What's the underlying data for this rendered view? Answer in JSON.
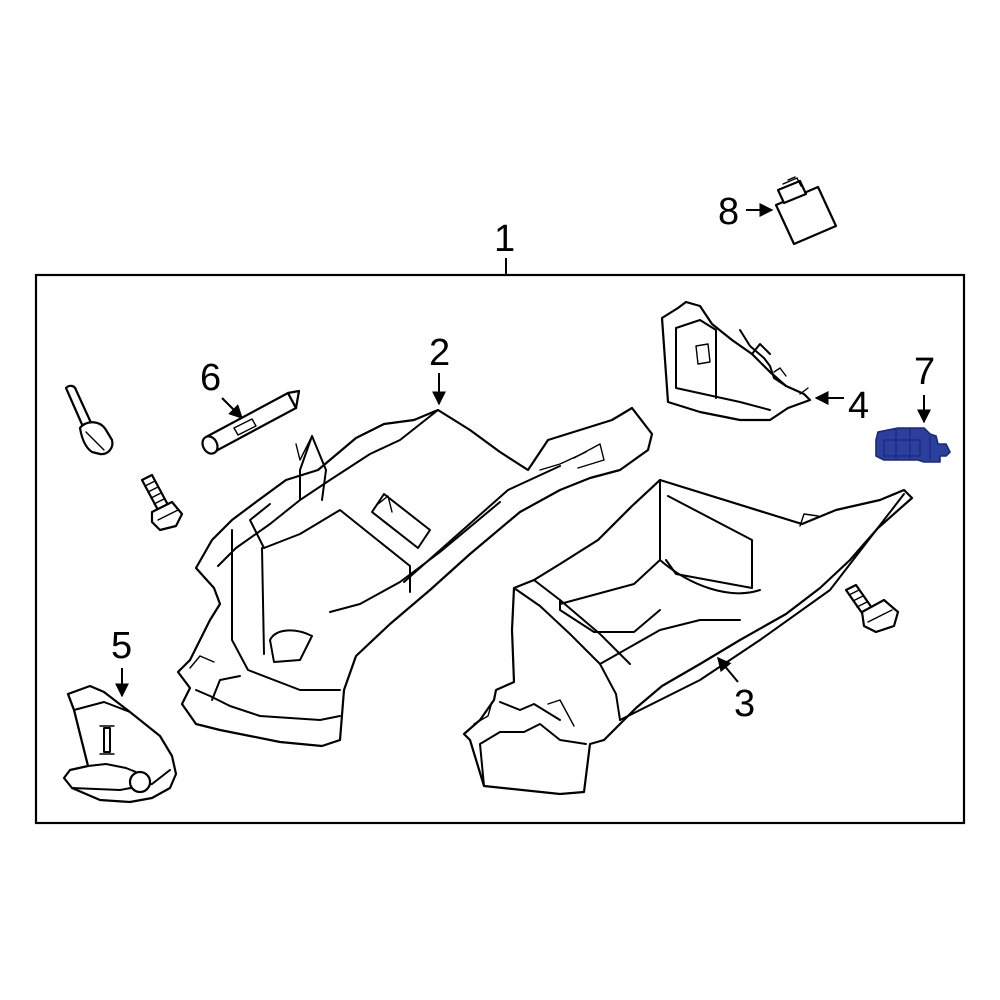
{
  "callouts": {
    "c1": "1",
    "c2": "2",
    "c3": "3",
    "c4": "4",
    "c5": "5",
    "c6": "6",
    "c7": "7",
    "c8": "8"
  },
  "colors": {
    "line": "#000000",
    "background": "#ffffff",
    "highlight_part": "#2a3f9e",
    "highlight_part_dark": "#1a2a78"
  }
}
